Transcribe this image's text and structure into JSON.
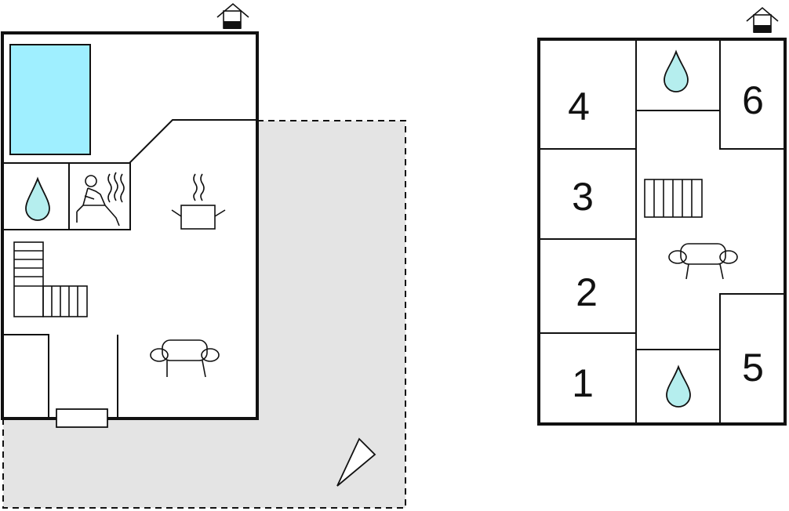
{
  "colors": {
    "water": "#b5eeee",
    "pool": "#9fefff",
    "terrace": "#e4e4e4",
    "line": "#111111",
    "background": "#ffffff"
  },
  "ground_floor": {
    "icons": [
      "house-entrance-icon",
      "pool-icon",
      "water-drop-icon",
      "sauna-icon",
      "cooking-pot-icon",
      "staircase-icon",
      "sofa-icon",
      "window-icon",
      "north-arrow-icon"
    ]
  },
  "upper_floor": {
    "rooms": [
      {
        "number": "1"
      },
      {
        "number": "2"
      },
      {
        "number": "3"
      },
      {
        "number": "4"
      },
      {
        "number": "5"
      },
      {
        "number": "6"
      }
    ],
    "icons": [
      "house-entrance-icon",
      "water-drop-icon",
      "staircase-icon",
      "sofa-icon"
    ]
  }
}
